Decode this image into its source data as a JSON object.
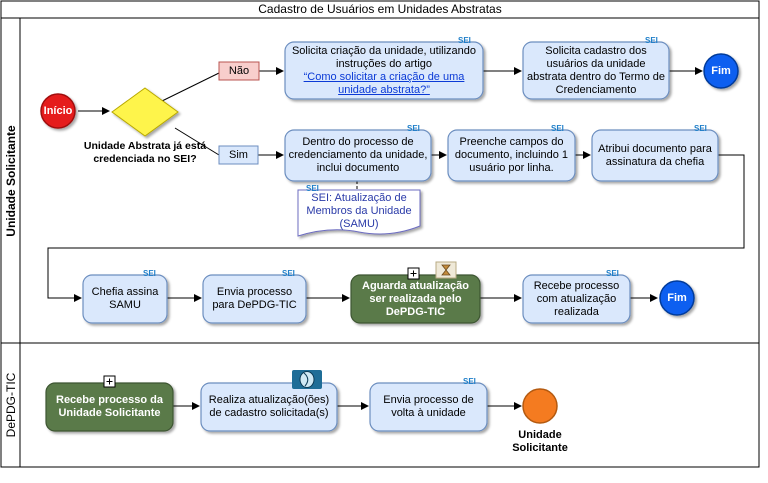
{
  "pool": {
    "title": "Cadastro de Usuários em Unidades Abstratas",
    "lanes": [
      {
        "label": "Unidade Solicitante"
      },
      {
        "label": "DePDG-TIC"
      }
    ]
  },
  "events": {
    "start": "Início",
    "end1": "Fim",
    "end2": "Fim",
    "end_lane2": "Unidade Solicitante"
  },
  "gateway": {
    "question": "Unidade Abstrata já está credenciada no SEI?",
    "no": "Não",
    "yes": "Sim"
  },
  "tasks": {
    "t1_text": "Solicita criação da unidade, utilizando instruções do artigo",
    "t1_link": "“Como solicitar a criação de uma unidade abstrata?”",
    "t2": "Solicita cadastro dos usuários da unidade abstrata dentro do Termo de Credenciamento",
    "t3": "Dentro do processo de credenciamento da unidade, inclui documento",
    "t4": "Preenche campos do documento, incluindo 1 usuário por linha.",
    "t5": "Atribui documento para assinatura da chefia",
    "t6": "Chefia assina SAMU",
    "t7": "Envia processo para DePDG-TIC",
    "t8": "Aguarda atualização ser realizada pelo DePDG-TIC",
    "t9": "Recebe processo com atualização realizada",
    "t10": "Recebe processo da Unidade Solicitante",
    "t11": "Realiza atualização(ões) de cadastro solicitada(s)",
    "t12": "Envia processo de volta à unidade"
  },
  "document": {
    "label": "SEI: Atualização de Membros da Unidade (SAMU)"
  },
  "sei_tag": "SEI",
  "colors": {
    "task_fill": "#dae8fc",
    "task_stroke": "#6c8ebf",
    "sub_fill": "#5a7a4a",
    "start_fill": "#e51c1c",
    "end_fill": "#0a5ef0",
    "end_lane2_fill": "#f47b20",
    "gateway_fill": "#fef44c",
    "cond_fill": "#f8cecc",
    "cond_stroke": "#b85450",
    "yes_fill": "#dae8fc",
    "doc_text": "#2a3aa8"
  }
}
